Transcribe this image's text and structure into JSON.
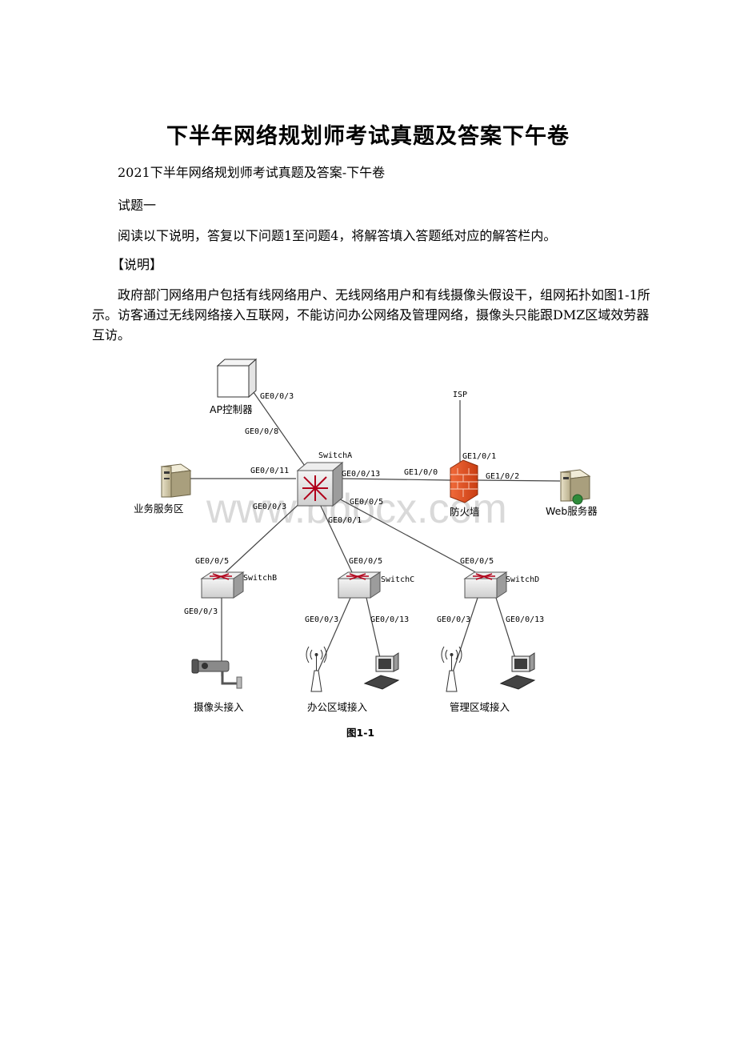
{
  "document": {
    "title": "下半年网络规划师考试真题及答案下午卷",
    "subtitle": "2021下半年网络规划师考试真题及答案-下午卷",
    "question": "试题一",
    "instruction": "阅读以下说明，答复以下问题1至问题4，将解答填入答题纸对应的解答栏内。",
    "section_heading": "【说明】",
    "description": "政府部门网络用户包括有线网络用户、无线网络用户和有线摄像头假设干，组网拓扑如图1-1所示。访客通过无线网络接入互联网，不能访问办公网络及管理网络，摄像头只能跟DMZ区域效劳器互访。"
  },
  "watermark": "www.bdocx.com",
  "diagram": {
    "caption": "图1-1",
    "nodes": {
      "ap_controller": "AP控制器",
      "business_area": "业务服务区",
      "switch_a": "SwitchA",
      "switch_b": "SwitchB",
      "switch_c": "SwitchC",
      "switch_d": "SwitchD",
      "isp": "ISP",
      "firewall": "防火墙",
      "web_server": "Web服务器",
      "camera_access": "摄像头接入",
      "office_access": "办公区域接入",
      "mgmt_access": "管理区域接入"
    },
    "ports": {
      "ap_ge003": "GE0/0/3",
      "sa_ge008": "GE0/0/8",
      "sa_ge0011": "GE0/0/11",
      "sa_ge0013": "GE0/0/13",
      "fw_ge100": "GE1/0/0",
      "fw_ge101": "GE1/0/1",
      "fw_ge102": "GE1/0/2",
      "sa_ge003": "GE0/0/3",
      "sa_ge005": "GE0/0/5",
      "sa_ge001": "GE0/0/1",
      "sb_ge005": "GE0/0/5",
      "sb_ge003": "GE0/0/3",
      "sc_ge005": "GE0/0/5",
      "sc_ge003": "GE0/0/3",
      "sc_ge0013": "GE0/0/13",
      "sd_ge005": "GE0/0/5",
      "sd_ge003": "GE0/0/3",
      "sd_ge0013": "GE0/0/13"
    }
  }
}
